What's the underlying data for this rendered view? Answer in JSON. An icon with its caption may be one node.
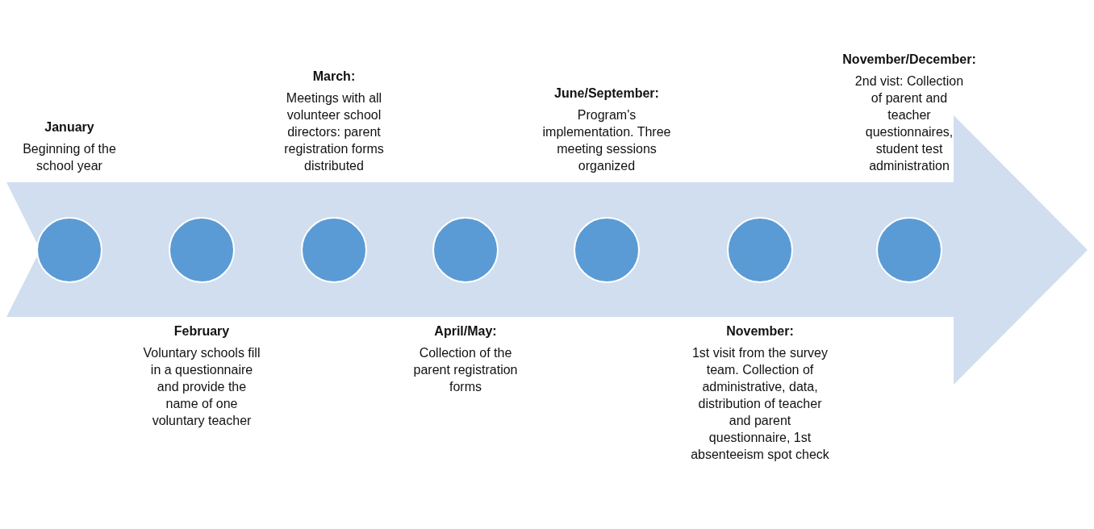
{
  "diagram": {
    "nodes": [
      {
        "text": [],
        "shape": "circle",
        "beside": [
          "January",
          "Beginning of the school year"
        ]
      },
      {
        "text": [],
        "shape": "circle",
        "beside": [
          "February",
          "Voluntary schools fill in a questionnaire and provide the name of one voluntary teacher"
        ]
      },
      {
        "text": [],
        "shape": "circle",
        "beside": [
          "**March**:",
          "Meetings with all volunteer school directors: parent registration forms distributed"
        ]
      },
      {
        "text": [],
        "shape": "circle",
        "beside": [
          "April/May:",
          "Collection of the parent registration forms"
        ]
      },
      {
        "text": [],
        "shape": "circle",
        "beside": [
          "June/September:",
          "Program's implementation. Three meeting sessions organized"
        ]
      },
      {
        "text": [],
        "shape": "circle",
        "beside": [
          "November:",
          "1st visit from the survey team. Collection of administrative, data, distribution of teacher and parent questionnaire, 1st absenteeism spot check"
        ]
      },
      {
        "text": [],
        "shape": "circle",
        "beside": [
          "**November/December**:",
          "2nd vist: Collection of parent and teacher questionnaires, student test administration"
        ]
      }
    ]
  }
}
